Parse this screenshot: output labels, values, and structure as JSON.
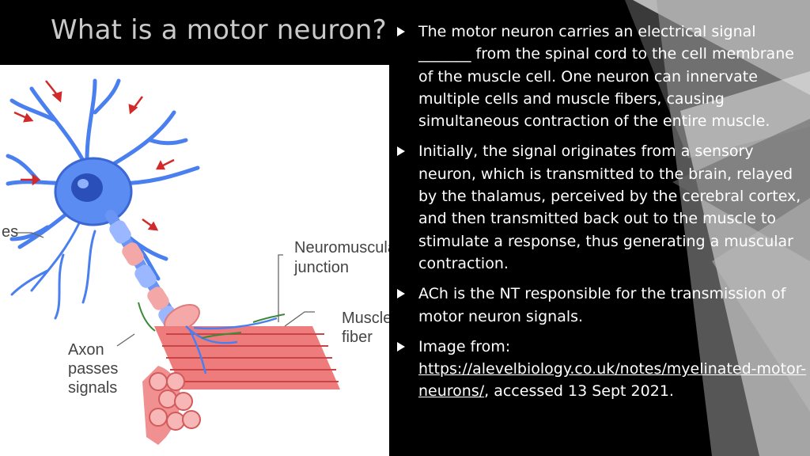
{
  "slide": {
    "title": "What is a motor neuron?",
    "bullets": [
      {
        "text": "The motor neuron carries an electrical signal _______ from the spinal cord to the cell membrane of the muscle cell. One neuron can innervate multiple cells and muscle fibers, causing simultaneous contraction of the entire muscle."
      },
      {
        "text": "Initially, the signal originates from a sensory neuron, which is transmitted to the brain, relayed by the thalamus, perceived by the cerebral cortex, and then transmitted back out to the muscle to stimulate a response, thus generating a muscular contraction."
      },
      {
        "text": "ACh is the NT responsible for the transmission of motor neuron signals."
      },
      {
        "prefix": "Image from: ",
        "link": "https://alevelbiology.co.uk/notes/myelinated-motor-neurons/",
        "suffix": ", accessed 13 Sept 2021."
      }
    ]
  },
  "figure": {
    "labels": {
      "dendrites_partial": "es",
      "neuromuscular_1": "Neuromuscular",
      "neuromuscular_2": "junction",
      "muscle_1": "Muscle",
      "muscle_2": "fiber",
      "axon_1": "Axon",
      "axon_2": "passes",
      "axon_3": "signals"
    }
  },
  "colors": {
    "background": "#000000",
    "title": "#c9c9c9",
    "text": "#ffffff",
    "neuron": "#3a6fe0",
    "muscle": "#e85a5a",
    "arrow": "#d22a2a",
    "deco_grey": "#9a9a9a"
  }
}
